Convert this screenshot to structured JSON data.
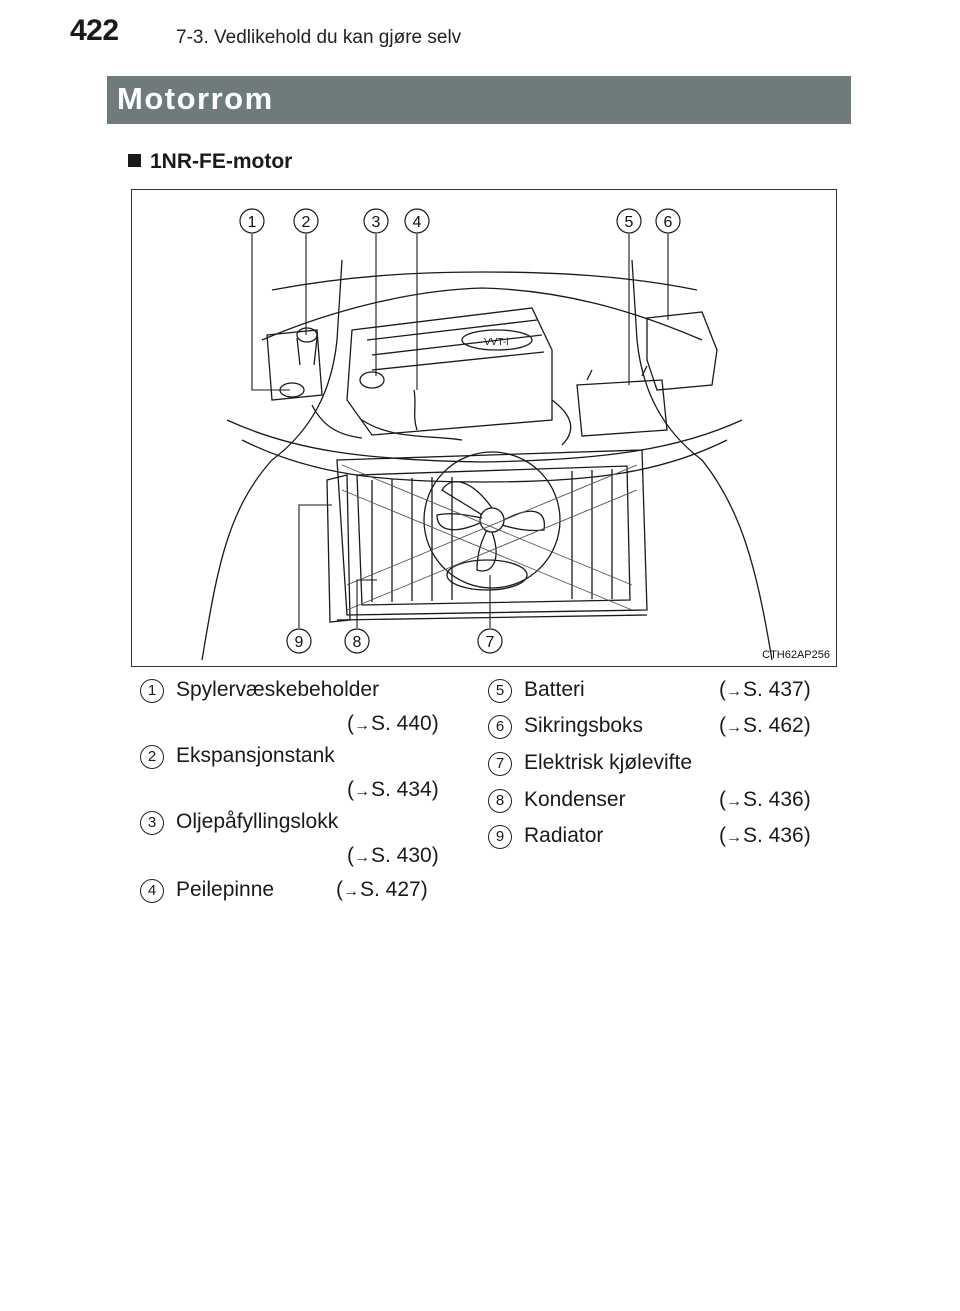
{
  "header": {
    "page_number": "422",
    "running_title": "7-3. Vedlikehold du kan gjøre selv"
  },
  "section": {
    "title": "Motorrom"
  },
  "subsection": {
    "title": "1NR-FE-motor"
  },
  "figure": {
    "code": "CTH62AP256",
    "callouts": [
      "1",
      "2",
      "3",
      "4",
      "5",
      "6",
      "7",
      "8",
      "9"
    ]
  },
  "legend": [
    {
      "num": "1",
      "label": "Spylervæskebeholder",
      "ref_paren_open": "(",
      "ref_arrow": "→",
      "ref": "S. 440)"
    },
    {
      "num": "2",
      "label": "Ekspansjonstank",
      "ref_paren_open": "(",
      "ref_arrow": "→",
      "ref": "S. 434)"
    },
    {
      "num": "3",
      "label": "Oljepåfyllingslokk",
      "ref_paren_open": "(",
      "ref_arrow": "→",
      "ref": "S. 430)"
    },
    {
      "num": "4",
      "label": "Peilepinne",
      "ref_paren_open": "(",
      "ref_arrow": "→",
      "ref": "S. 427)"
    },
    {
      "num": "5",
      "label": "Batteri",
      "ref_paren_open": "(",
      "ref_arrow": "→",
      "ref": "S. 437)"
    },
    {
      "num": "6",
      "label": "Sikringsboks",
      "ref_paren_open": "(",
      "ref_arrow": "→",
      "ref": "S. 462)"
    },
    {
      "num": "7",
      "label": "Elektrisk kjølevifte"
    },
    {
      "num": "8",
      "label": "Kondenser",
      "ref_paren_open": "(",
      "ref_arrow": "→",
      "ref": "S. 436)"
    },
    {
      "num": "9",
      "label": "Radiator",
      "ref_paren_open": "(",
      "ref_arrow": "→",
      "ref": "S. 436)"
    }
  ]
}
